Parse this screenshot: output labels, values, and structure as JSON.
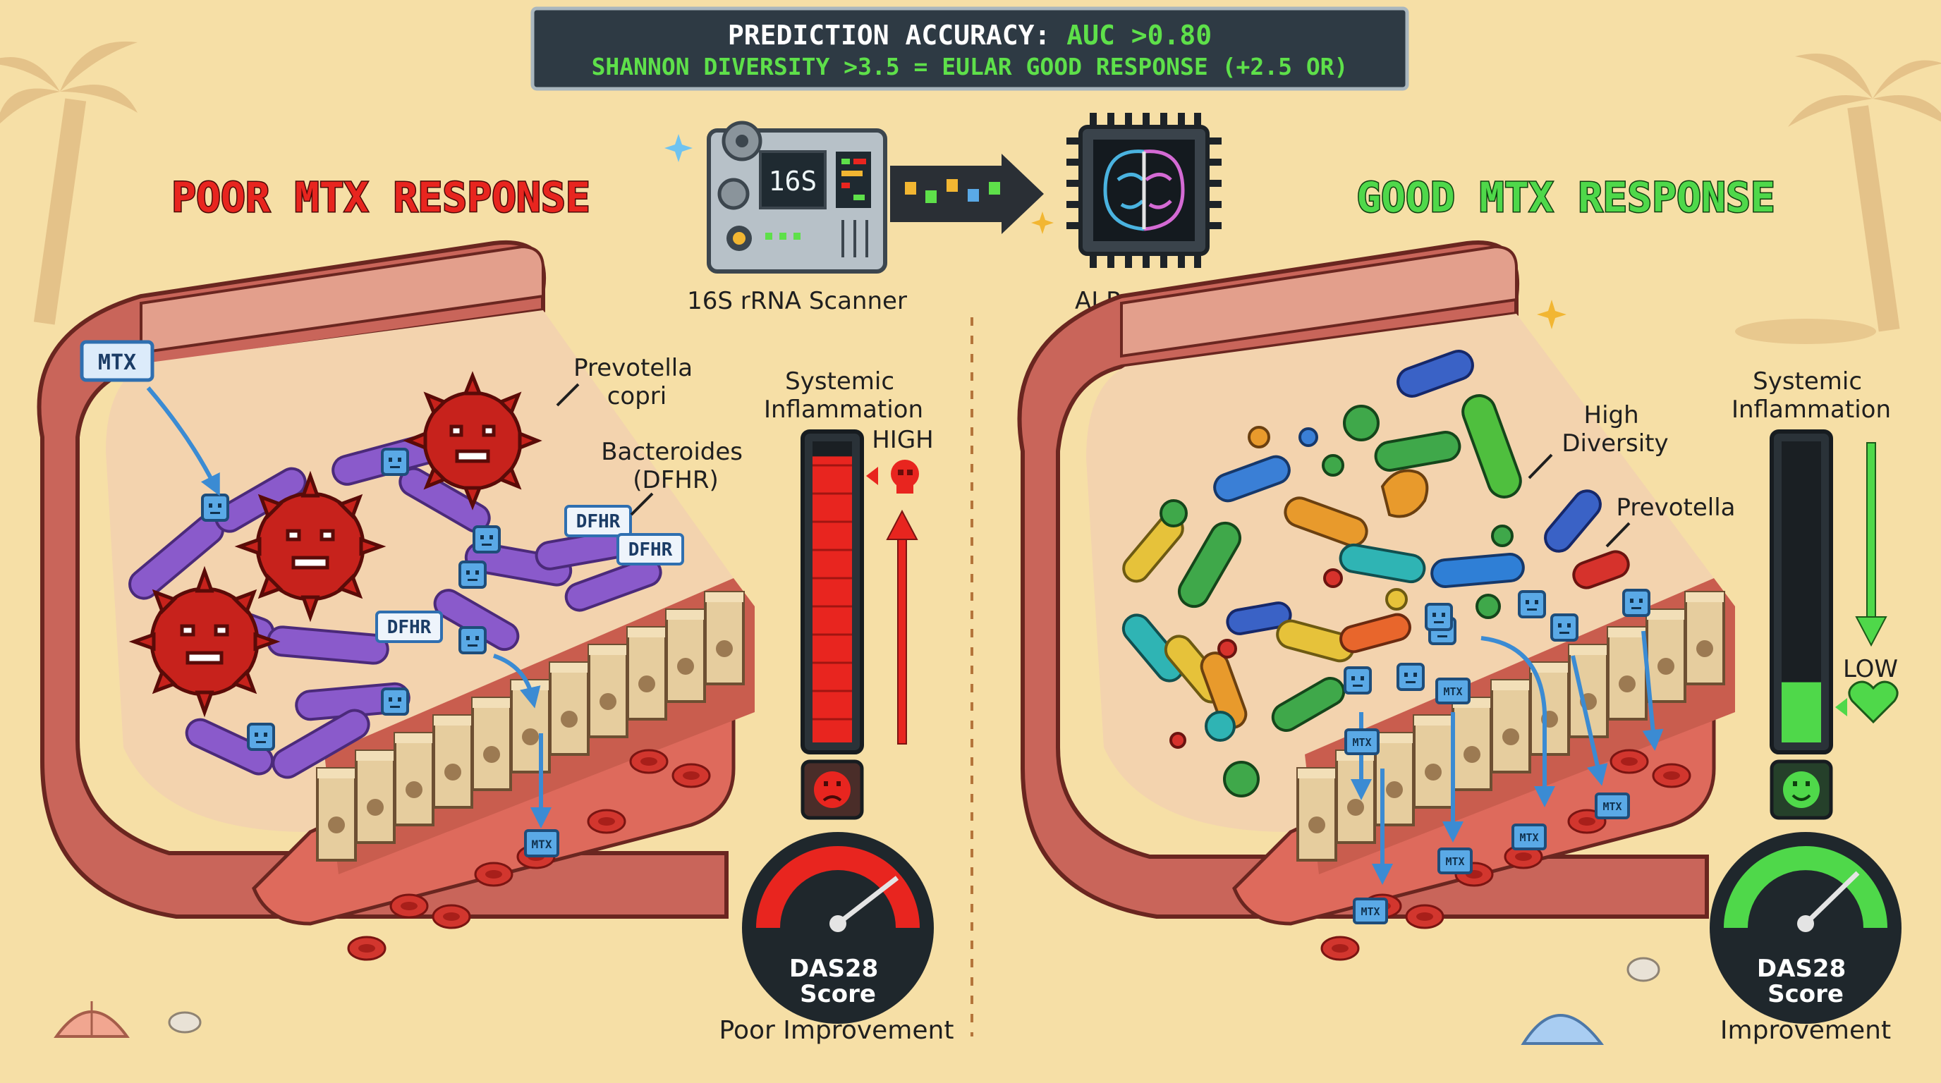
{
  "banner": {
    "line1_prefix": "PREDICTION ACCURACY:",
    "line1_value": "AUC >0.80",
    "line2": "SHANNON DIVERSITY >3.5 = EULAR GOOD RESPONSE (+2.5 OR)"
  },
  "pipeline": {
    "scanner_screen": "16S",
    "scanner_label": "16S rRNA Scanner",
    "predictor_label": "AI Predictor"
  },
  "poor": {
    "title": "POOR MTX RESPONSE",
    "mtx_tag": "MTX",
    "prevotella_label": [
      "Prevotella",
      "copri"
    ],
    "bacteroides_label": [
      "Bacteroides",
      "(DFHR)"
    ],
    "dfhr_tag": "DFHR",
    "inflammation_label": [
      "Systemic",
      "Inflammation"
    ],
    "inflammation_level_label": "HIGH",
    "inflammation_level": 0.95,
    "das_label": [
      "DAS28",
      "Score"
    ],
    "outcome": "Poor Improvement"
  },
  "good": {
    "title": "GOOD MTX RESPONSE",
    "diversity_label": [
      "High",
      "Diversity"
    ],
    "prevotella_label": "Prevotella",
    "mtx_tag": "MTX",
    "inflammation_label": [
      "Systemic",
      "Inflammation"
    ],
    "inflammation_level_label": "LOW",
    "inflammation_level": 0.2,
    "das_label": [
      "DAS28",
      "Score"
    ],
    "outcome": "Improvement"
  },
  "colors": {
    "sand": "#f6dfa6",
    "banner_bg": "#2e3a44",
    "banner_green": "#5ee04a",
    "poor_red": "#e8251f",
    "good_green": "#4fd84a",
    "gut_wall": "#c9655a",
    "lumen": "#f3d3ae",
    "epithelium": "#e4c89a",
    "blood": "#d2362e",
    "bacteroides_purple": "#8a5acb",
    "pathogen_red": "#c7221c",
    "drug_blue": "#5aa9e6"
  },
  "icons": [
    "gear-icon",
    "dna-icon",
    "brain-icon",
    "chip-icon",
    "skull-icon",
    "sad-face-icon",
    "happy-face-icon",
    "heart-icon",
    "palm-tree-icon",
    "shell-icon",
    "sparkle-icon"
  ]
}
